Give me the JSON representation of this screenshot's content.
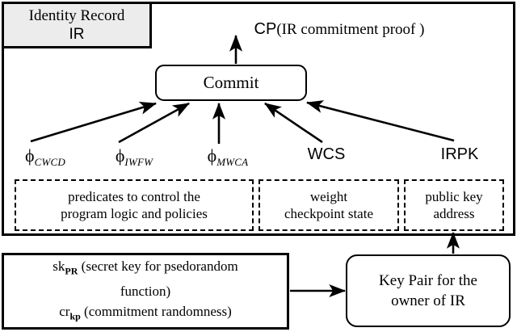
{
  "diagram": {
    "title_box": {
      "line1": "Identity Record",
      "line2": "IR"
    },
    "output_label": {
      "abbr": "CP",
      "description": "(IR commitment proof )"
    },
    "commit_node": {
      "label": "Commit"
    },
    "inputs": [
      {
        "name": "phi-cwcd",
        "symbol": "ϕ",
        "subscript": "CWCD",
        "style": "phi"
      },
      {
        "name": "phi-iwfw",
        "symbol": "ϕ",
        "subscript": "IWFW",
        "style": "phi"
      },
      {
        "name": "phi-mwca",
        "symbol": "ϕ",
        "subscript": "MWCA",
        "style": "phi"
      },
      {
        "name": "wcs",
        "label": "WCS",
        "style": "abbr"
      },
      {
        "name": "irpk",
        "label": "IRPK",
        "style": "abbr"
      }
    ],
    "descriptions": [
      {
        "name": "predicates",
        "text": "predicates to control the\nprogram logic and policies"
      },
      {
        "name": "weight-state",
        "text": "weight\ncheckpoint state"
      },
      {
        "name": "public-key",
        "text": "public key\naddress"
      }
    ],
    "secret_box": {
      "line1_key": "sk",
      "line1_sub": "PR",
      "line1_text": " (secret key for psedorandom",
      "line2_text": "function)",
      "line3_key": "cr",
      "line3_sub": "kp",
      "line3_text": " (commitment randomness)"
    },
    "keypair_box": {
      "label": "Key Pair for the\nowner of IR"
    },
    "colors": {
      "stroke": "#000000",
      "fill_shaded": "#ececec",
      "background": "#ffffff"
    }
  }
}
